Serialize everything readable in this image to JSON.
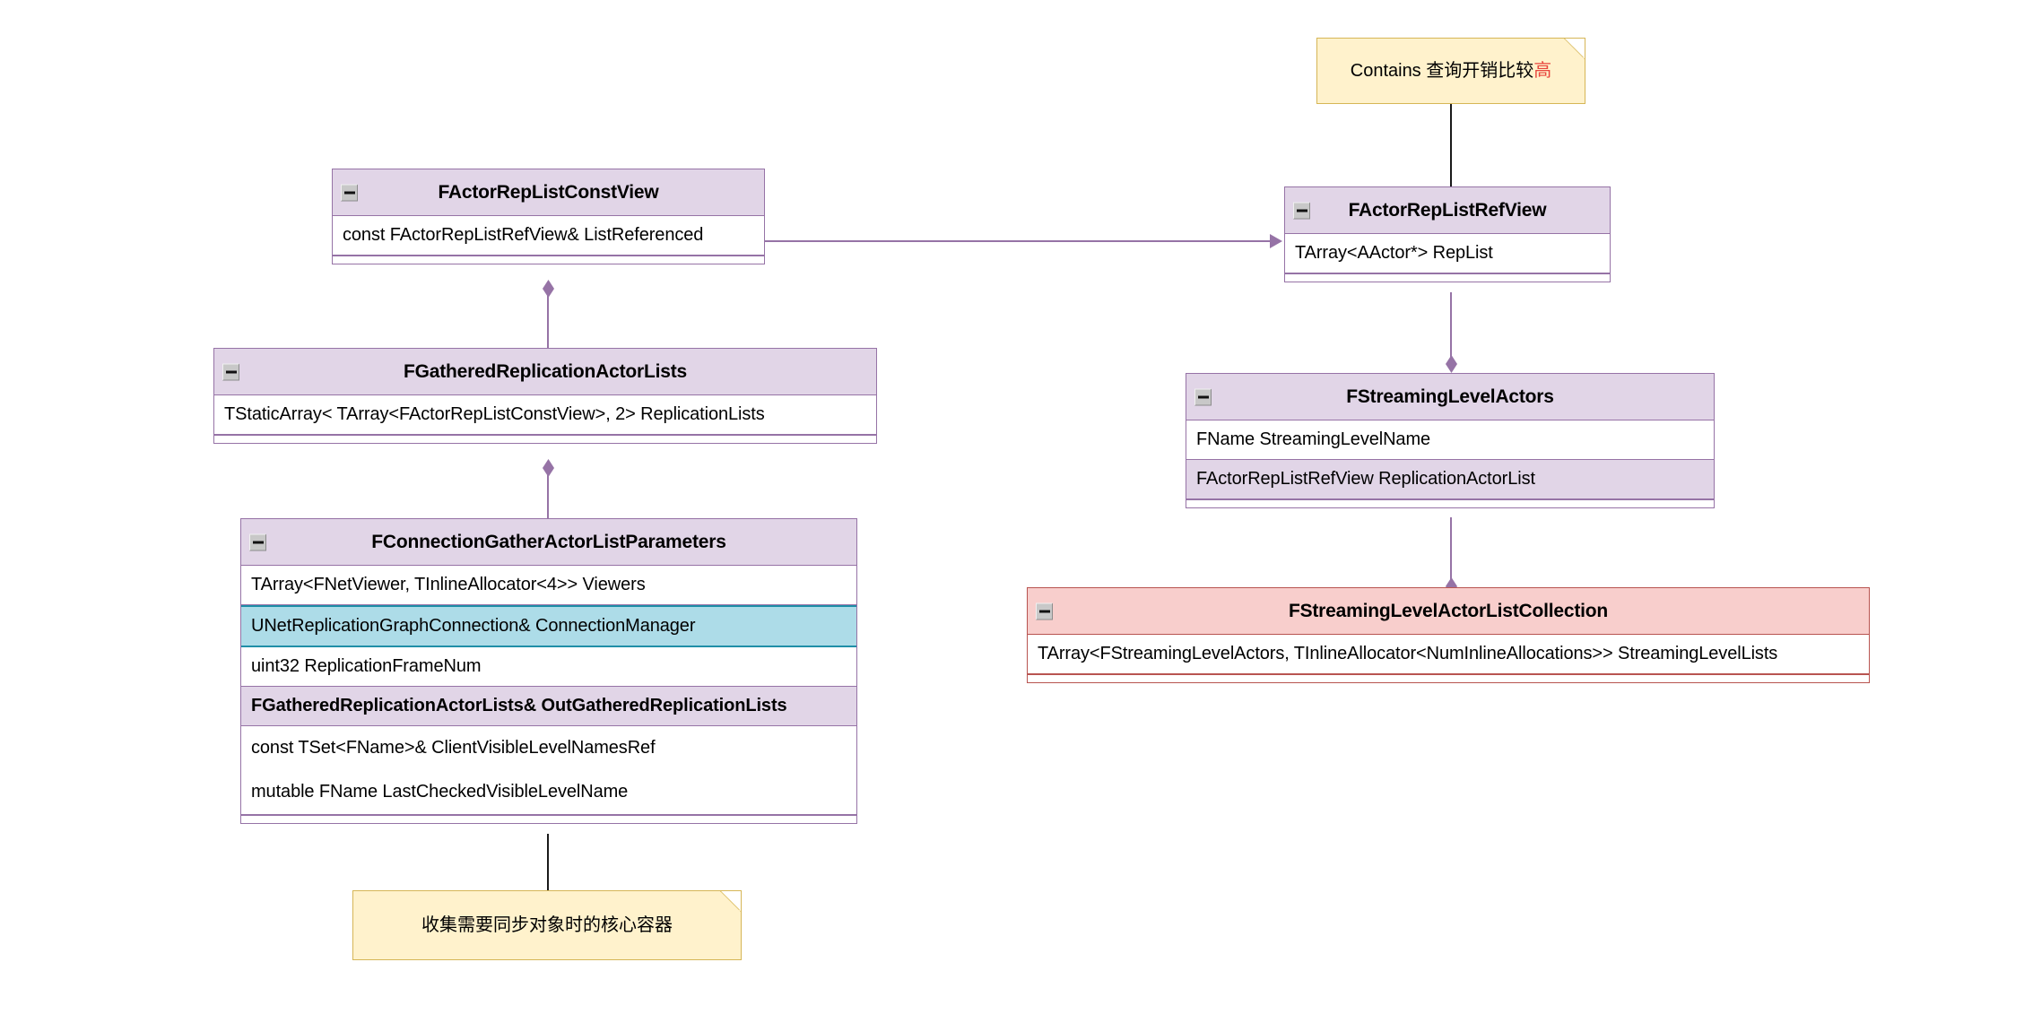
{
  "diagram": {
    "title": "UML class diagram",
    "colors": {
      "class_fill": "#FFFFFF",
      "class_header_fill": "#E1D5E7",
      "class_border": "#9673A6",
      "red_header_fill": "#F8CECC",
      "red_border": "#B85450",
      "note_fill": "#FFF2CC",
      "note_border": "#D6B656",
      "highlight_fill": "#ADDCE8",
      "highlight_border": "#1F8FA8",
      "note_accent_text": "#E8453C"
    }
  },
  "notes": {
    "top": {
      "text_black": "Contains 查询开销比较",
      "text_red": "高"
    },
    "bottom": {
      "text": "收集需要同步对象时的核心容器"
    }
  },
  "classes": {
    "actor_rep_list_const_view": {
      "name": "FActorRepListConstView",
      "attributes": [
        "const FActorRepListRefView& ListReferenced"
      ]
    },
    "gathered_replication_actor_lists": {
      "name": "FGatheredReplicationActorLists",
      "attributes": [
        "TStaticArray< TArray<FActorRepListConstView>, 2> ReplicationLists"
      ]
    },
    "connection_gather_actor_list_parameters": {
      "name": "FConnectionGatherActorListParameters",
      "attributes": [
        "TArray<FNetViewer, TInlineAllocator<4>> Viewers",
        "UNetReplicationGraphConnection& ConnectionManager",
        "uint32 ReplicationFrameNum",
        "FGatheredReplicationActorLists& OutGatheredReplicationLists",
        "const TSet<FName>& ClientVisibleLevelNamesRef",
        "mutable FName LastCheckedVisibleLevelName"
      ]
    },
    "actor_rep_list_ref_view": {
      "name": "FActorRepListRefView",
      "attributes": [
        "TArray<AActor*> RepList"
      ]
    },
    "streaming_level_actors": {
      "name": "FStreamingLevelActors",
      "attributes": [
        "FName StreamingLevelName",
        "FActorRepListRefView ReplicationActorList"
      ]
    },
    "streaming_level_actor_list_collection": {
      "name": "FStreamingLevelActorListCollection",
      "attributes": [
        "TArray<FStreamingLevelActors, TInlineAllocator<NumInlineAllocations>> StreamingLevelLists"
      ]
    }
  },
  "icons": {
    "collapse": "minus-box-icon"
  }
}
